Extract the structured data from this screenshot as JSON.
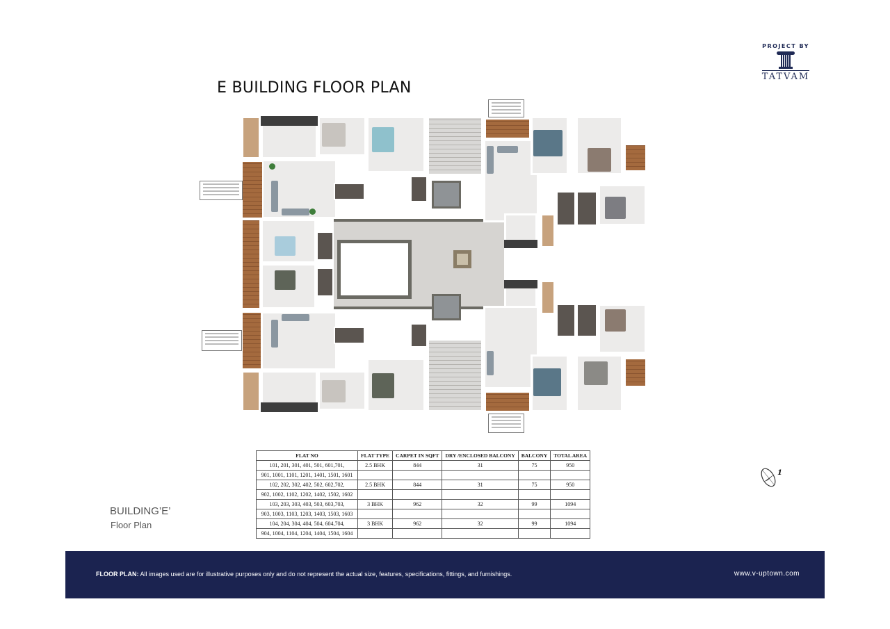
{
  "logo": {
    "tagline": "PROJECT BY",
    "brand": "TATVAM"
  },
  "page_title": "E BUILDING FLOOR PLAN",
  "building_label": {
    "name": "BUILDING’E’",
    "subtitle": "Floor Plan"
  },
  "compass": {
    "icon": "north-arrow-icon",
    "label": "1"
  },
  "area_table": {
    "headers": [
      "FLAT NO",
      "FLAT TYPE",
      "CARPET IN SQFT",
      "DRY /ENCLOSED BALCONY",
      "BALCONY",
      "TOTAL AREA"
    ],
    "rows": [
      {
        "flat_no_line1": "101, 201, 301, 401, 501, 601,701,",
        "flat_no_line2": "901, 1001, 1101, 1201, 1401, 1501, 1601",
        "flat_type": "2.5 BHK",
        "carpet": "844",
        "dry_balcony": "31",
        "balcony": "75",
        "total": "950"
      },
      {
        "flat_no_line1": "102, 202, 302, 402, 502, 602,702,",
        "flat_no_line2": "902, 1002, 1102, 1202, 1402, 1502, 1602",
        "flat_type": "2.5 BHK",
        "carpet": "844",
        "dry_balcony": "31",
        "balcony": "75",
        "total": "950"
      },
      {
        "flat_no_line1": "103, 203, 303, 403, 503, 603,703,",
        "flat_no_line2": "903, 1003, 1103, 1203, 1403, 1503, 1603",
        "flat_type": "3 BHK",
        "carpet": "962",
        "dry_balcony": "32",
        "balcony": "99",
        "total": "1094"
      },
      {
        "flat_no_line1": "104, 204, 304, 404, 504, 604,704,",
        "flat_no_line2": "904, 1004, 1104, 1204, 1404, 1504, 1604",
        "flat_type": "3 BHK",
        "carpet": "962",
        "dry_balcony": "32",
        "balcony": "99",
        "total": "1094"
      }
    ]
  },
  "footer": {
    "disclaimer_label": "FLOOR PLAN:",
    "disclaimer_text": " All images used are for illustrative purposes only and do not represent the actual size, features, specifications, fittings, and furnishings.",
    "website": "www.v-uptown.com"
  },
  "colors": {
    "footer_bg": "#1b2350",
    "brand_navy": "#1f2a55",
    "wall": "#6b6a63",
    "deck_wood": "#a46a3e"
  }
}
